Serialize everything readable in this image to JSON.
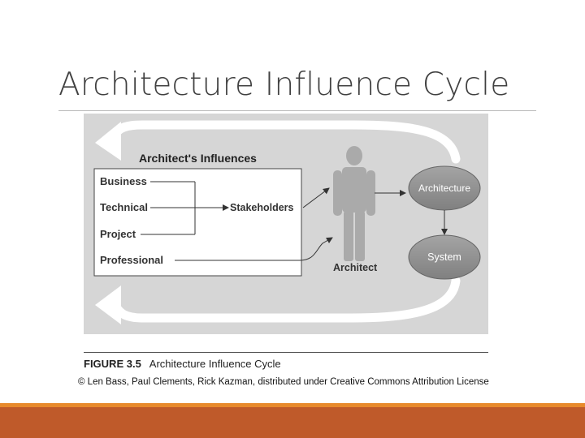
{
  "slide": {
    "title": "Architecture Influence Cycle"
  },
  "diagram": {
    "influences_heading": "Architect's Influences",
    "influences": [
      "Business",
      "Technical",
      "Project",
      "Professional"
    ],
    "stakeholders_label": "Stakeholders",
    "architect_label": "Architect",
    "architecture_label": "Architecture",
    "system_label": "System"
  },
  "figure": {
    "caption_number": "FIGURE 3.5",
    "caption_text": "Architecture Influence Cycle"
  },
  "credit": "© Len Bass, Paul Clements, Rick Kazman, distributed under Creative Commons Attribution License",
  "colors": {
    "figure_background": "#d6d6d6",
    "footer_accent": "#e88a2c",
    "footer_bar": "#bf5a2a"
  }
}
